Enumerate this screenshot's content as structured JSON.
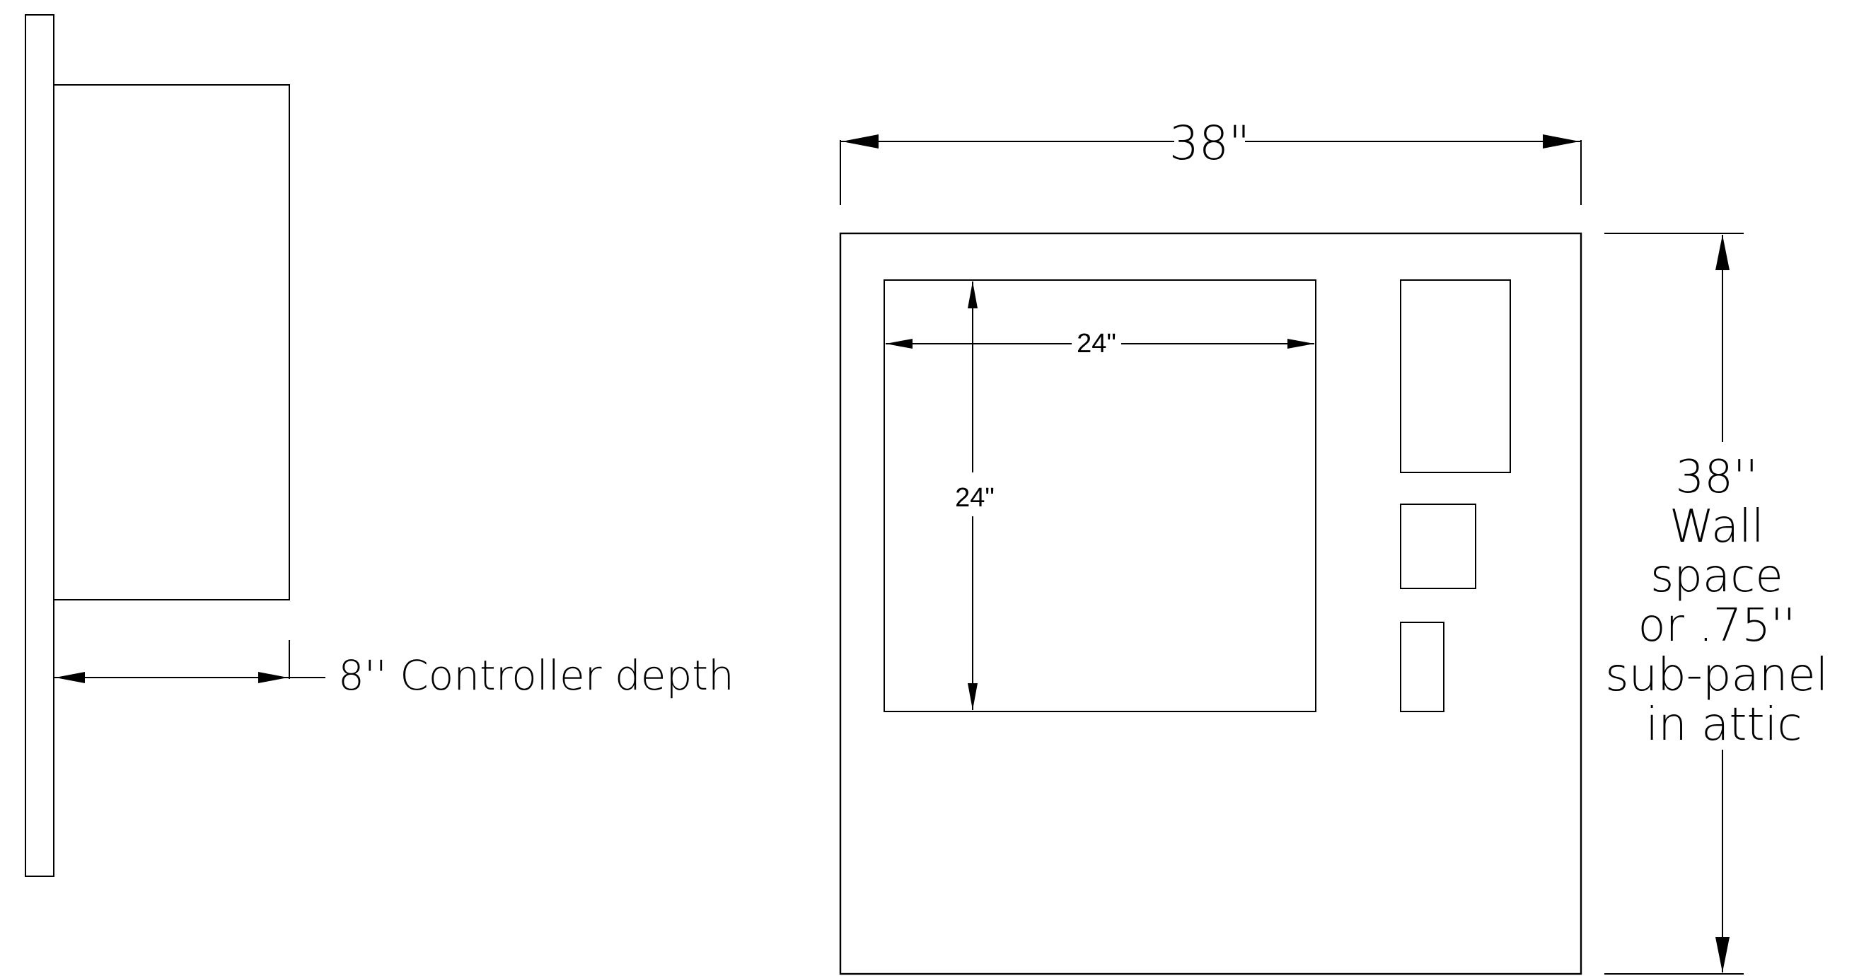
{
  "colors": {
    "background": "#ffffff",
    "line": "#000000",
    "text": "#000000"
  },
  "side_view": {
    "depth_label": "8'' Controller depth"
  },
  "front_view": {
    "overall_width_label": "38\"",
    "panel_width_label": "24\"",
    "panel_height_label": "24\"",
    "height_label": {
      "line1": "38''",
      "line2": "Wall",
      "line3": "space",
      "line4": "or .75''",
      "line5": "sub-panel",
      "line6": "in attic"
    }
  }
}
